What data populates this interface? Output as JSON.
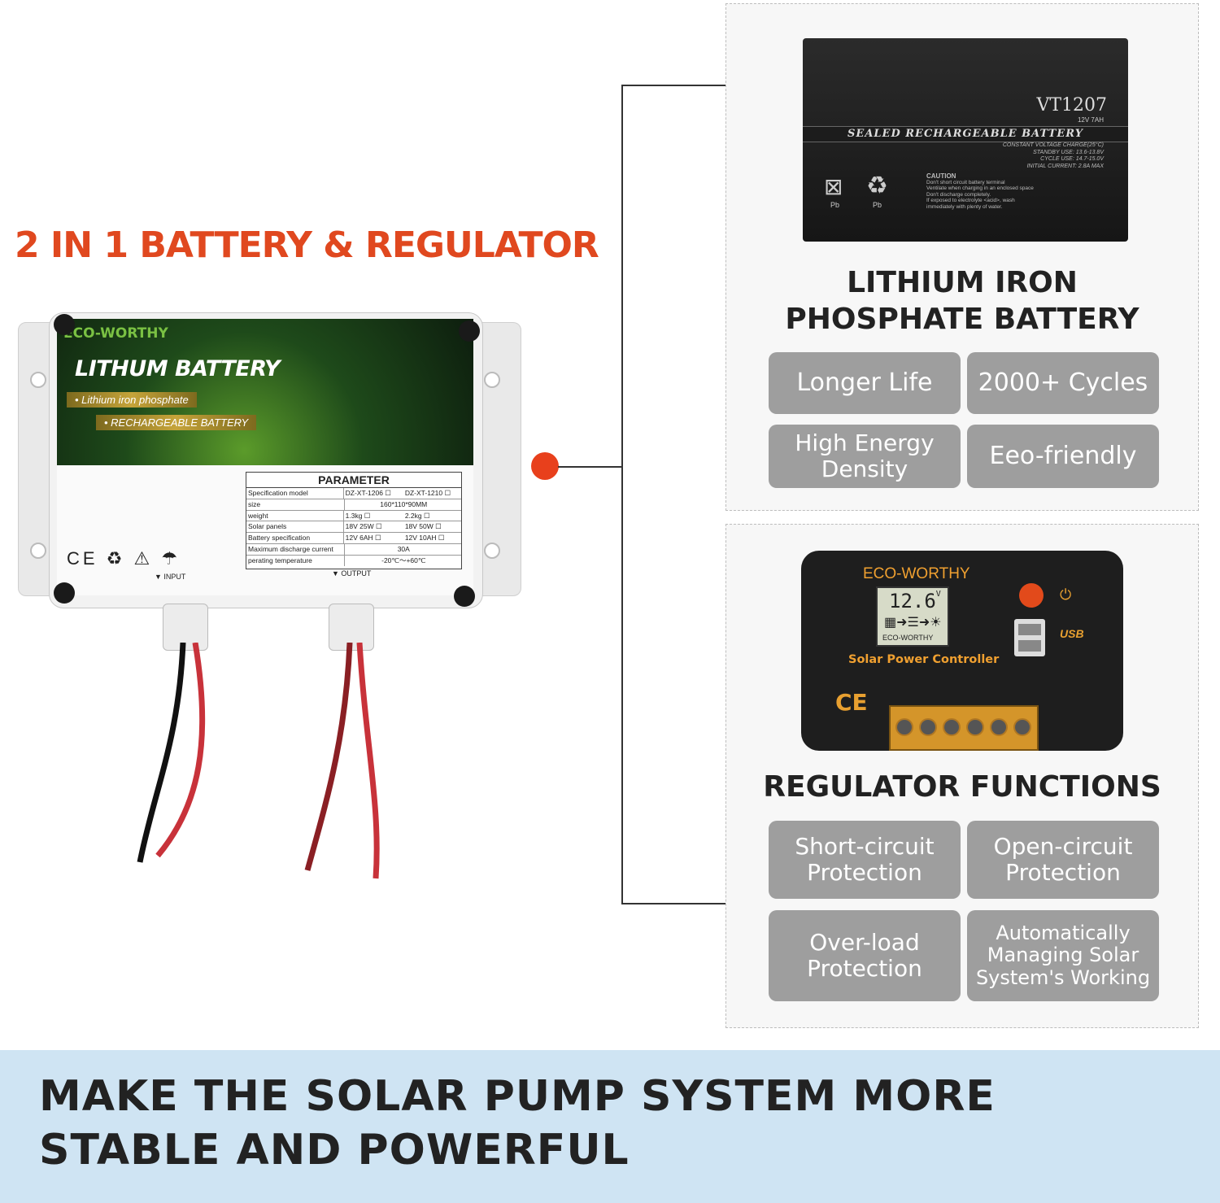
{
  "headline": "2 IN 1 BATTERY & REGULATOR",
  "product": {
    "brand": "ECO-WORTHY",
    "title": "LITHUM BATTERY",
    "tag1": "• Lithium iron phosphate",
    "tag2": "• RECHARGEABLE BATTERY",
    "param_title": "PARAMETER",
    "param_rows": [
      [
        "Specification model",
        "DZ-XT-1206 ☐",
        "DZ-XT-1210 ☐"
      ],
      [
        "size",
        "160*110*90MM",
        ""
      ],
      [
        "weight",
        "1.3kg ☐",
        "2.2kg ☐"
      ],
      [
        "Solar panels",
        "18V 25W ☐",
        "18V 50W ☐"
      ],
      [
        "Battery specification",
        "12V 6AH ☐",
        "12V 10AH ☐"
      ],
      [
        "Maximum discharge current",
        "30A",
        ""
      ],
      [
        "perating temperature",
        "-20℃～+60℃",
        ""
      ]
    ],
    "input_label": "▼ INPUT",
    "output_label": "▼ OUTPUT",
    "cert_icons": "CE ♻ ⚠ ☂"
  },
  "battery_panel": {
    "title_line1": "LITHIUM IRON",
    "title_line2": "PHOSPHATE BATTERY",
    "features": [
      "Longer Life",
      "2000+ Cycles",
      "High Energy Density",
      "Eeo-friendly"
    ],
    "image": {
      "model": "VT1207",
      "spec": "12V 7AH",
      "band": "SEALED RECHARGEABLE BATTERY",
      "lines": [
        "CONSTANT VOLTAGE CHARGE(25°C)",
        "STANDBY USE: 13.6-13.8V",
        "CYCLE USE: 14.7-15.0V",
        "INITIAL CURRENT: 2.8A MAX"
      ],
      "caution_title": "CAUTION",
      "caution_lines": [
        "Don't short circuit battery terminal",
        "Ventilate when charging in an enclosed space",
        "Don't discharge completely.",
        "If exposed to electrolyte <acid>, wash",
        "immediately with plenty of water."
      ],
      "pb": "Pb"
    }
  },
  "regulator_panel": {
    "title": "REGULATOR FUNCTIONS",
    "features": [
      "Short-circuit Protection",
      "Open-circuit Protection",
      "Over-load Protection",
      "Automatically Managing Solar System's Working"
    ],
    "image": {
      "brand": "ECO-WORTHY",
      "lcd_value": "12.6",
      "lcd_unit": "V",
      "lcd_brand": "ECO-WORTHY",
      "title": "Solar Power Controller",
      "ce": "CE",
      "usb": "USB"
    }
  },
  "banner": {
    "line1": "MAKE THE SOLAR PUMP SYSTEM MORE",
    "line2": "STABLE AND POWERFUL"
  },
  "colors": {
    "headline": "#e0481f",
    "connector_dot": "#e8401c",
    "feature_pill": "#9e9e9e",
    "banner_bg": "#cfe4f3"
  }
}
